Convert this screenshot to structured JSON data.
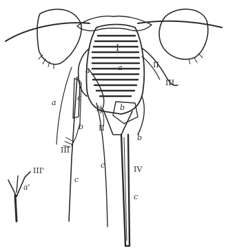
{
  "figure": {
    "labels": {
      "I": "I",
      "II_left": "II",
      "II_right": "II",
      "III_left": "III",
      "III_right": "III",
      "III_inset": "III'",
      "IV": "IV",
      "a_center": "a",
      "a_left_upper": "a",
      "a_left_lower": "a",
      "a_inset": "a'",
      "b_center": "b",
      "b_left1": "b",
      "b_left2": "b",
      "b_right": "b",
      "c_left1": "c",
      "c_left2": "c",
      "c_center": "c",
      "c_right": "c"
    },
    "colors": {
      "ink": "#2a2a2a",
      "paper": "#ffffff"
    }
  }
}
